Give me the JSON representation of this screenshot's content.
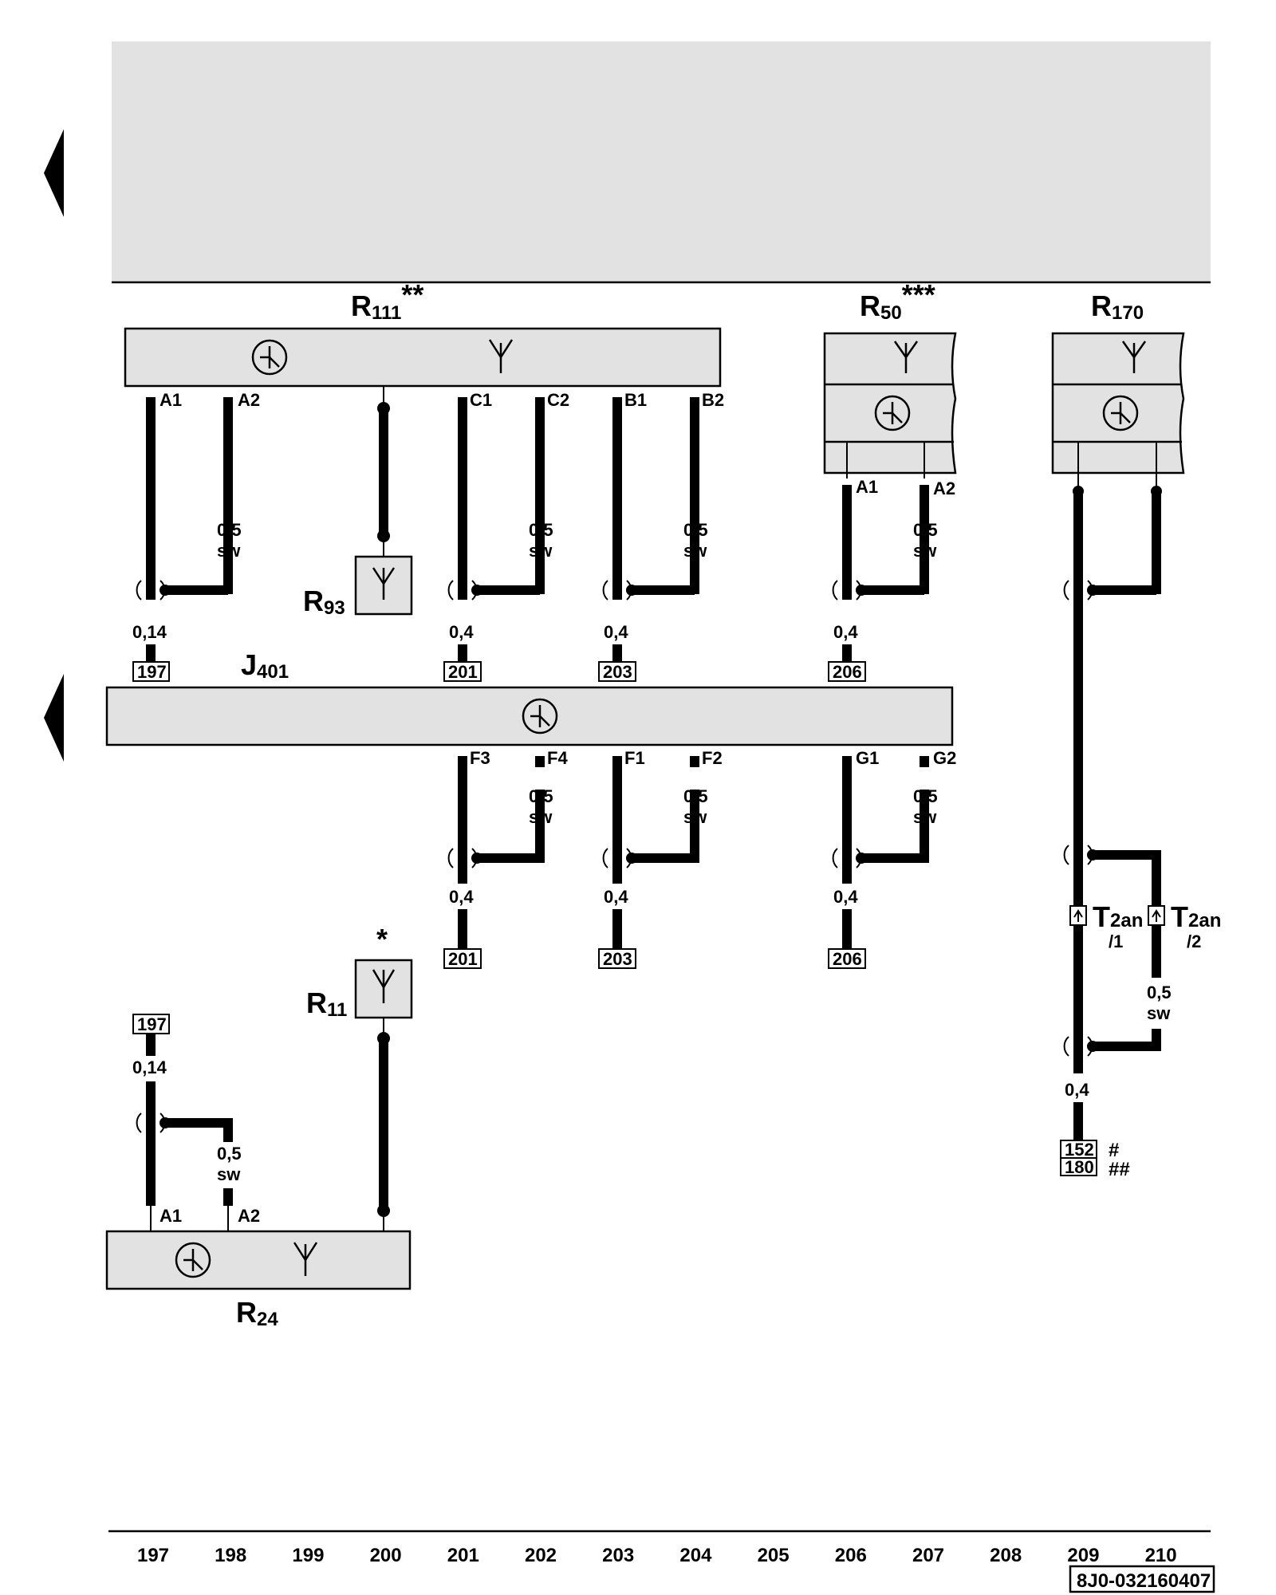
{
  "components": {
    "R111": {
      "name": "R",
      "sub": "111",
      "suffix": "**"
    },
    "R50": {
      "name": "R",
      "sub": "50",
      "suffix": "***"
    },
    "R170": {
      "name": "R",
      "sub": "170",
      "suffix": ""
    },
    "R93": {
      "name": "R",
      "sub": "93",
      "suffix": ""
    },
    "J401": {
      "name": "J",
      "sub": "401",
      "suffix": ""
    },
    "R11": {
      "name": "R",
      "sub": "11",
      "suffix": "",
      "star": "*"
    },
    "R24": {
      "name": "R",
      "sub": "24",
      "suffix": ""
    },
    "T2an_1": {
      "name": "T",
      "sub": "2an",
      "pin": "/1"
    },
    "T2an_2": {
      "name": "T",
      "sub": "2an",
      "pin": "/2"
    }
  },
  "pins": {
    "r111_a1": "A1",
    "r111_a2": "A2",
    "r111_c1": "C1",
    "r111_c2": "C2",
    "r111_b1": "B1",
    "r111_b2": "B2",
    "r50_a1": "A1",
    "r50_a2": "A2",
    "j401_f3": "F3",
    "j401_f4": "F4",
    "j401_f1": "F1",
    "j401_f2": "F2",
    "j401_g1": "G1",
    "j401_g2": "G2",
    "r24_a1": "A1",
    "r24_a2": "A2"
  },
  "wires": {
    "w_014": "0,14",
    "w_05": "0,5",
    "w_sw": "sw",
    "w_04": "0,4"
  },
  "refs": {
    "ref197": "197",
    "ref201": "201",
    "ref203": "203",
    "ref206": "206",
    "ref152": "152",
    "ref180": "180",
    "hash1": "#",
    "hash2": "##"
  },
  "columns": [
    "197",
    "198",
    "199",
    "200",
    "201",
    "202",
    "203",
    "204",
    "205",
    "206",
    "207",
    "208",
    "209",
    "210"
  ],
  "doc_code": "8J0-032160407"
}
